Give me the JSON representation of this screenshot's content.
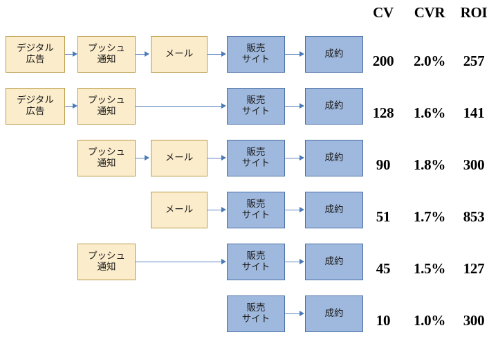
{
  "diagram": {
    "title": "conversion-path-flow",
    "columns": {
      "headers": [
        "CV",
        "CVR",
        "ROI"
      ]
    },
    "node_labels": {
      "digital_ad": "デジタル\n広告",
      "push": "プッシュ\n通知",
      "mail": "メール",
      "site": "販売\nサイト",
      "deal": "成約"
    },
    "colors": {
      "cream_fill": "#fbeccb",
      "cream_border": "#b89a46",
      "blue_fill": "#9fb8dd",
      "blue_border": "#4a6fa8",
      "arrow": "#5b84bf",
      "text": "#1a1a1a"
    },
    "rows": [
      {
        "id": "row-1",
        "steps": [
          "デジタル\n広告",
          "プッシュ\n通知",
          "メール",
          "販売\nサイト",
          "成約"
        ],
        "cv": "200",
        "cvr": "2.0%",
        "roi": "257"
      },
      {
        "id": "row-2",
        "steps": [
          "デジタル\n広告",
          "プッシュ\n通知",
          "販売\nサイト",
          "成約"
        ],
        "cv": "128",
        "cvr": "1.6%",
        "roi": "141"
      },
      {
        "id": "row-3",
        "steps": [
          "プッシュ\n通知",
          "メール",
          "販売\nサイト",
          "成約"
        ],
        "cv": "90",
        "cvr": "1.8%",
        "roi": "300"
      },
      {
        "id": "row-4",
        "steps": [
          "メール",
          "販売\nサイト",
          "成約"
        ],
        "cv": "51",
        "cvr": "1.7%",
        "roi": "853"
      },
      {
        "id": "row-5",
        "steps": [
          "プッシュ\n通知",
          "販売\nサイト",
          "成約"
        ],
        "cv": "45",
        "cvr": "1.5%",
        "roi": "127"
      },
      {
        "id": "row-6",
        "steps": [
          "販売\nサイト",
          "成約"
        ],
        "cv": "10",
        "cvr": "1.0%",
        "roi": "300"
      }
    ]
  }
}
